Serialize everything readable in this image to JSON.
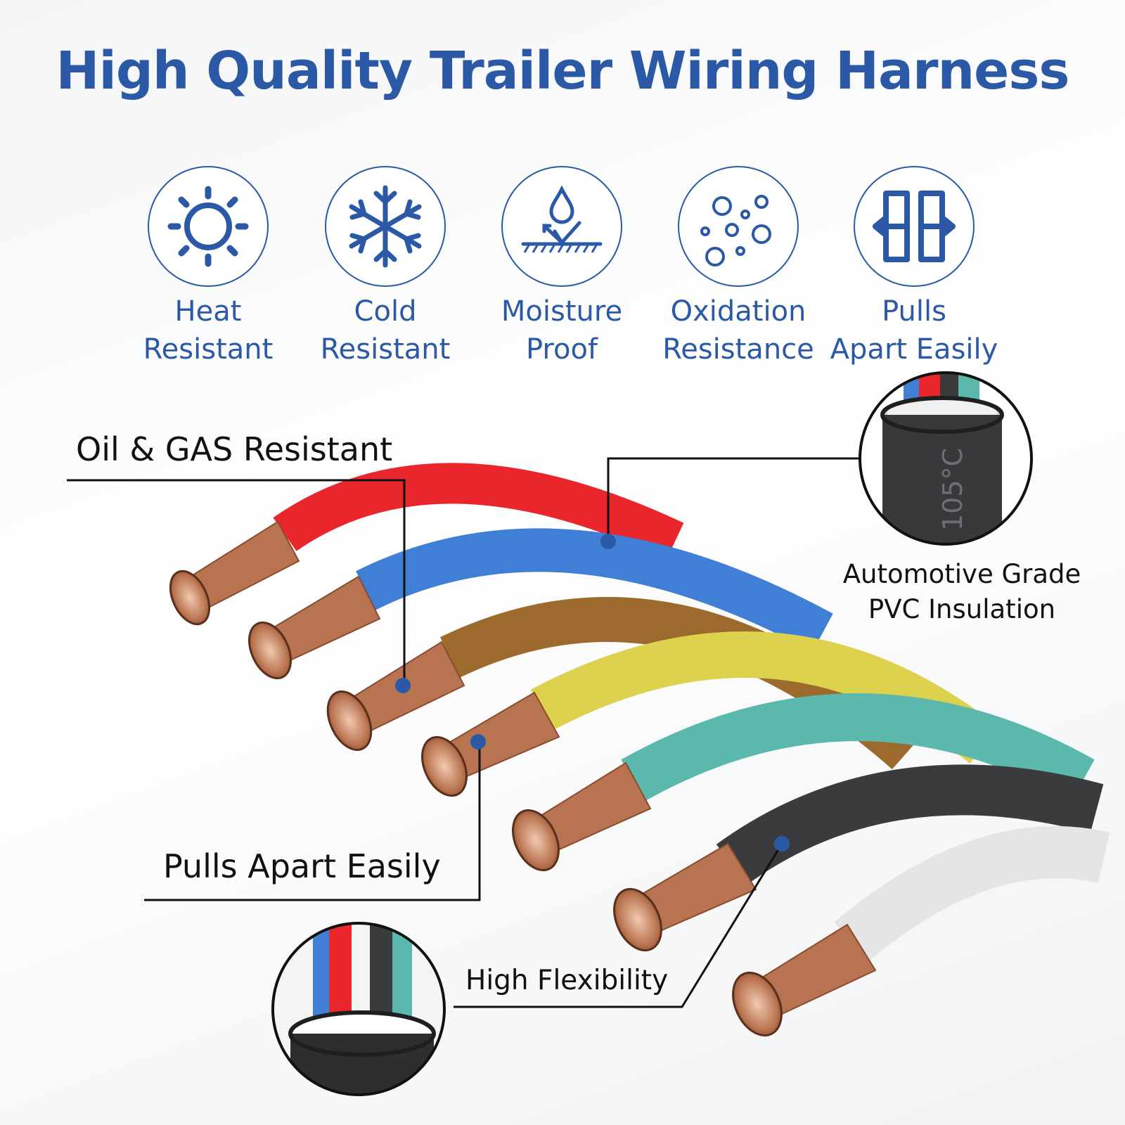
{
  "title": "High Quality Trailer Wiring Harness",
  "features": [
    {
      "line1": "Heat",
      "line2": "Resistant",
      "icon": "sun-icon"
    },
    {
      "line1": "Cold",
      "line2": "Resistant",
      "icon": "snowflake-icon"
    },
    {
      "line1": "Moisture",
      "line2": "Proof",
      "icon": "water-drop-icon"
    },
    {
      "line1": "Oxidation",
      "line2": "Resistance",
      "icon": "bubbles-icon"
    },
    {
      "line1": "Pulls",
      "line2": "Apart Easily",
      "icon": "pull-apart-icon"
    }
  ],
  "callouts": {
    "oil_gas": "Oil & GAS Resistant",
    "pulls_apart": "Pulls Apart Easily",
    "flexibility": "High Flexibility",
    "pvc_line1": "Automotive Grade",
    "pvc_line2": "PVC Insulation"
  },
  "temperature_marking": "105°C",
  "wire_colors": [
    "#e8262b",
    "#3f7fd6",
    "#9b6a2c",
    "#ddd24e",
    "#5bb8ad",
    "#3a3b3d",
    "#e4e5e7"
  ],
  "accent_color": "#2b59a5"
}
